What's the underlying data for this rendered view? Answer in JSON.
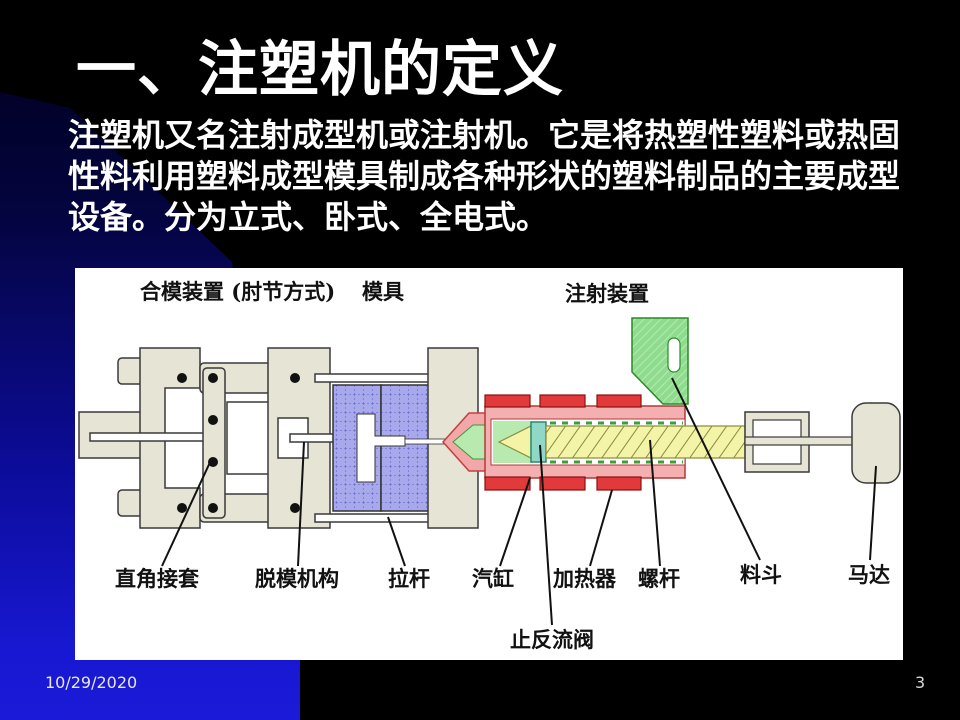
{
  "slide": {
    "title": "一、注塑机的定义",
    "body_lines": [
      "注塑机又名注射成型机或注射机。它是将热塑性塑料或热固",
      "性料利用塑料成型模具制成各种形状的塑料制品的主要成型",
      "设备。分为立式、卧式、全电式。"
    ],
    "footer": {
      "date": "10/29/2020",
      "page_number": "3"
    }
  },
  "diagram": {
    "labels": {
      "clamping_unit": "合模装置 (肘节方式)",
      "mold": "模具",
      "injection_unit": "注射装置",
      "right_angle_sleeve": "直角接套",
      "ejector_mechanism": "脱模机构",
      "tie_bar": "拉杆",
      "cylinder": "汽缸",
      "heater": "加热器",
      "screw": "螺杆",
      "hopper": "料斗",
      "motor": "马达",
      "check_valve": "止反流阀"
    }
  },
  "theme": {
    "background": "#000000",
    "accent_blue": "#1a1ad8",
    "text": "#ffffff",
    "diagram_background": "#ffffff"
  }
}
